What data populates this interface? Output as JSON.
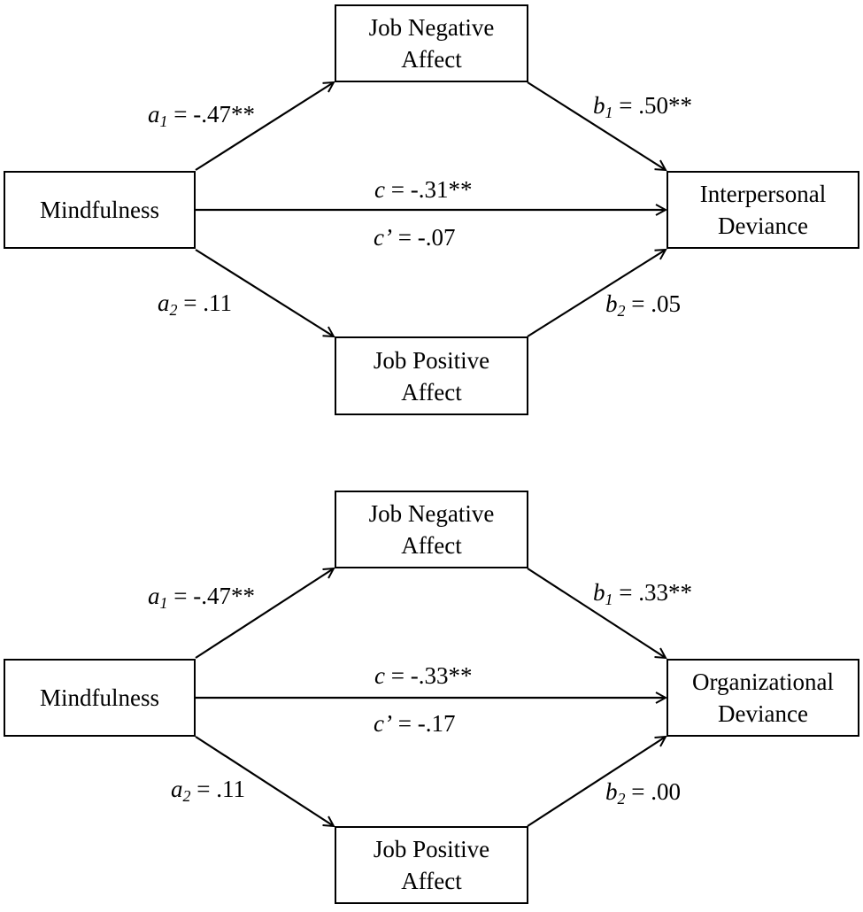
{
  "diagrams": [
    {
      "boxes": {
        "predictor": [
          "Mindfulness"
        ],
        "mediator_top": [
          "Job Negative",
          "Affect"
        ],
        "mediator_bottom": [
          "Job Positive",
          "Affect"
        ],
        "outcome": [
          "Interpersonal",
          "Deviance"
        ]
      },
      "paths": {
        "a1": {
          "symbol": "a",
          "sub": "1",
          "text": " = -.47**"
        },
        "b1": {
          "symbol": "b",
          "sub": "1",
          "text": " = .50**"
        },
        "c": {
          "symbol": "c",
          "text": " = -.31**"
        },
        "c_prime": {
          "symbol": "c’",
          "text": " = -.07"
        },
        "a2": {
          "symbol": "a",
          "sub": "2",
          "text": " = .11"
        },
        "b2": {
          "symbol": "b",
          "sub": "2",
          "text": " = .05"
        }
      }
    },
    {
      "boxes": {
        "predictor": [
          "Mindfulness"
        ],
        "mediator_top": [
          "Job Negative",
          "Affect"
        ],
        "mediator_bottom": [
          "Job Positive",
          "Affect"
        ],
        "outcome": [
          "Organizational",
          "Deviance"
        ]
      },
      "paths": {
        "a1": {
          "symbol": "a",
          "sub": "1",
          "text": " = -.47**"
        },
        "b1": {
          "symbol": "b",
          "sub": "1",
          "text": " = .33**"
        },
        "c": {
          "symbol": "c",
          "text": " = -.33**"
        },
        "c_prime": {
          "symbol": "c’",
          "text": " = -.17"
        },
        "a2": {
          "symbol": "a",
          "sub": "2",
          "text": " = .11"
        },
        "b2": {
          "symbol": "b",
          "sub": "2",
          "text": " = .00"
        }
      }
    }
  ]
}
